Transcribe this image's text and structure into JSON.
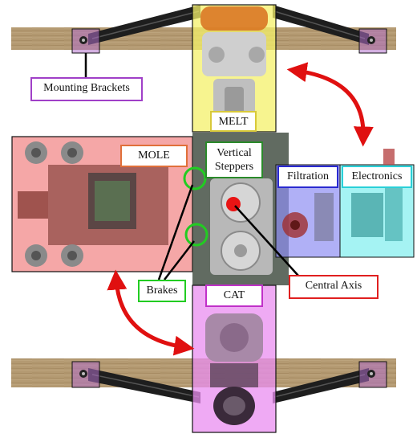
{
  "labels": {
    "mounting_brackets": "Mounting Brackets",
    "melt": "MELT",
    "mole": "MOLE",
    "vertical_steppers": "Vertical Steppers",
    "filtration": "Filtration",
    "electronics": "Electronics",
    "brakes": "Brakes",
    "cat": "CAT",
    "central_axis": "Central Axis"
  },
  "colors": {
    "melt": "#f4f06a",
    "mole": "#f28a8a",
    "cat": "#e98ef0",
    "filtration": "#8e8ef2",
    "electronics": "#8ff0f0",
    "mounting_brackets": "#a040c8",
    "vertical_steppers": "#2a8a2a",
    "brakes": "#22cc22",
    "central_axis": "#e02020",
    "arrows": "#e01010",
    "wood": "#b49a72",
    "rail": "#222222"
  }
}
